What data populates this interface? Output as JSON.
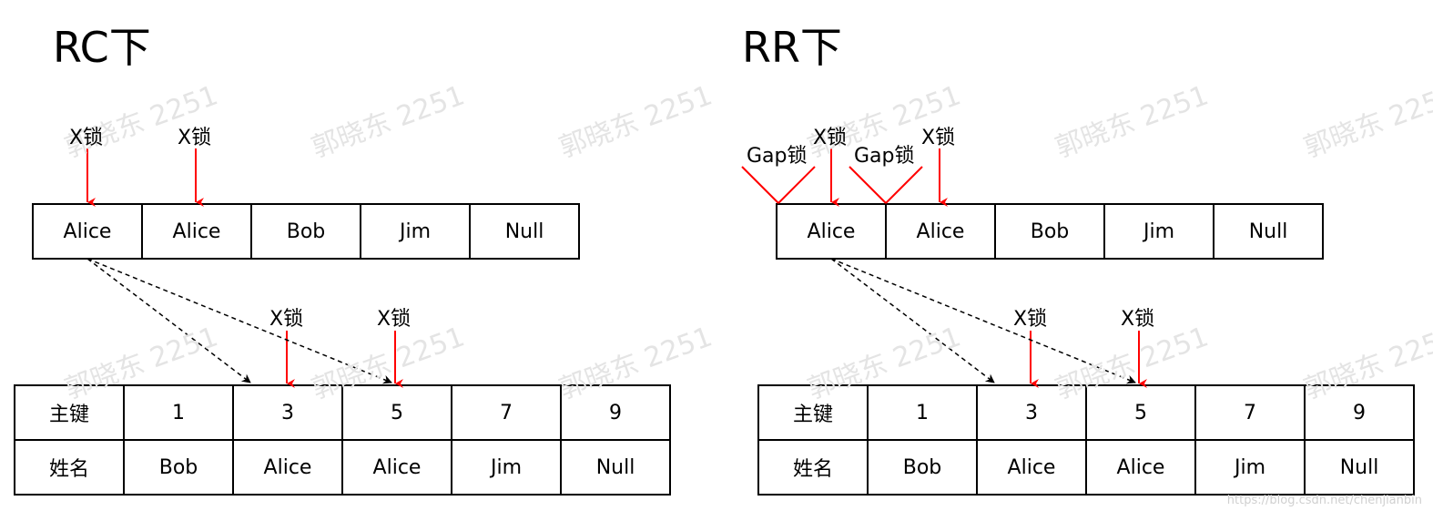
{
  "watermark_text": "郭晓东 2251",
  "source_url": "https://blog.csdn.net/chenjianbin",
  "colors": {
    "lock_arrow": "#ff0000",
    "line": "#000000",
    "watermark": "#e4e4e4"
  },
  "panels": [
    {
      "title": "RC下",
      "index_cells": [
        "Alice",
        "Alice",
        "Bob",
        "Jim",
        "Null"
      ],
      "index_locks": [
        "X锁",
        "X锁"
      ],
      "gap_locks": [],
      "table": {
        "key_label": "主键",
        "name_label": "姓名",
        "keys": [
          "1",
          "3",
          "5",
          "7",
          "9"
        ],
        "names": [
          "Bob",
          "Alice",
          "Alice",
          "Jim",
          "Null"
        ]
      },
      "row_locks": [
        "X锁",
        "X锁"
      ]
    },
    {
      "title": "RR下",
      "index_cells": [
        "Alice",
        "Alice",
        "Bob",
        "Jim",
        "Null"
      ],
      "index_locks": [
        "X锁",
        "X锁"
      ],
      "gap_locks": [
        "Gap锁",
        "Gap锁"
      ],
      "table": {
        "key_label": "主键",
        "name_label": "姓名",
        "keys": [
          "1",
          "3",
          "5",
          "7",
          "9"
        ],
        "names": [
          "Bob",
          "Alice",
          "Alice",
          "Jim",
          "Null"
        ]
      },
      "row_locks": [
        "X锁",
        "X锁"
      ]
    }
  ]
}
